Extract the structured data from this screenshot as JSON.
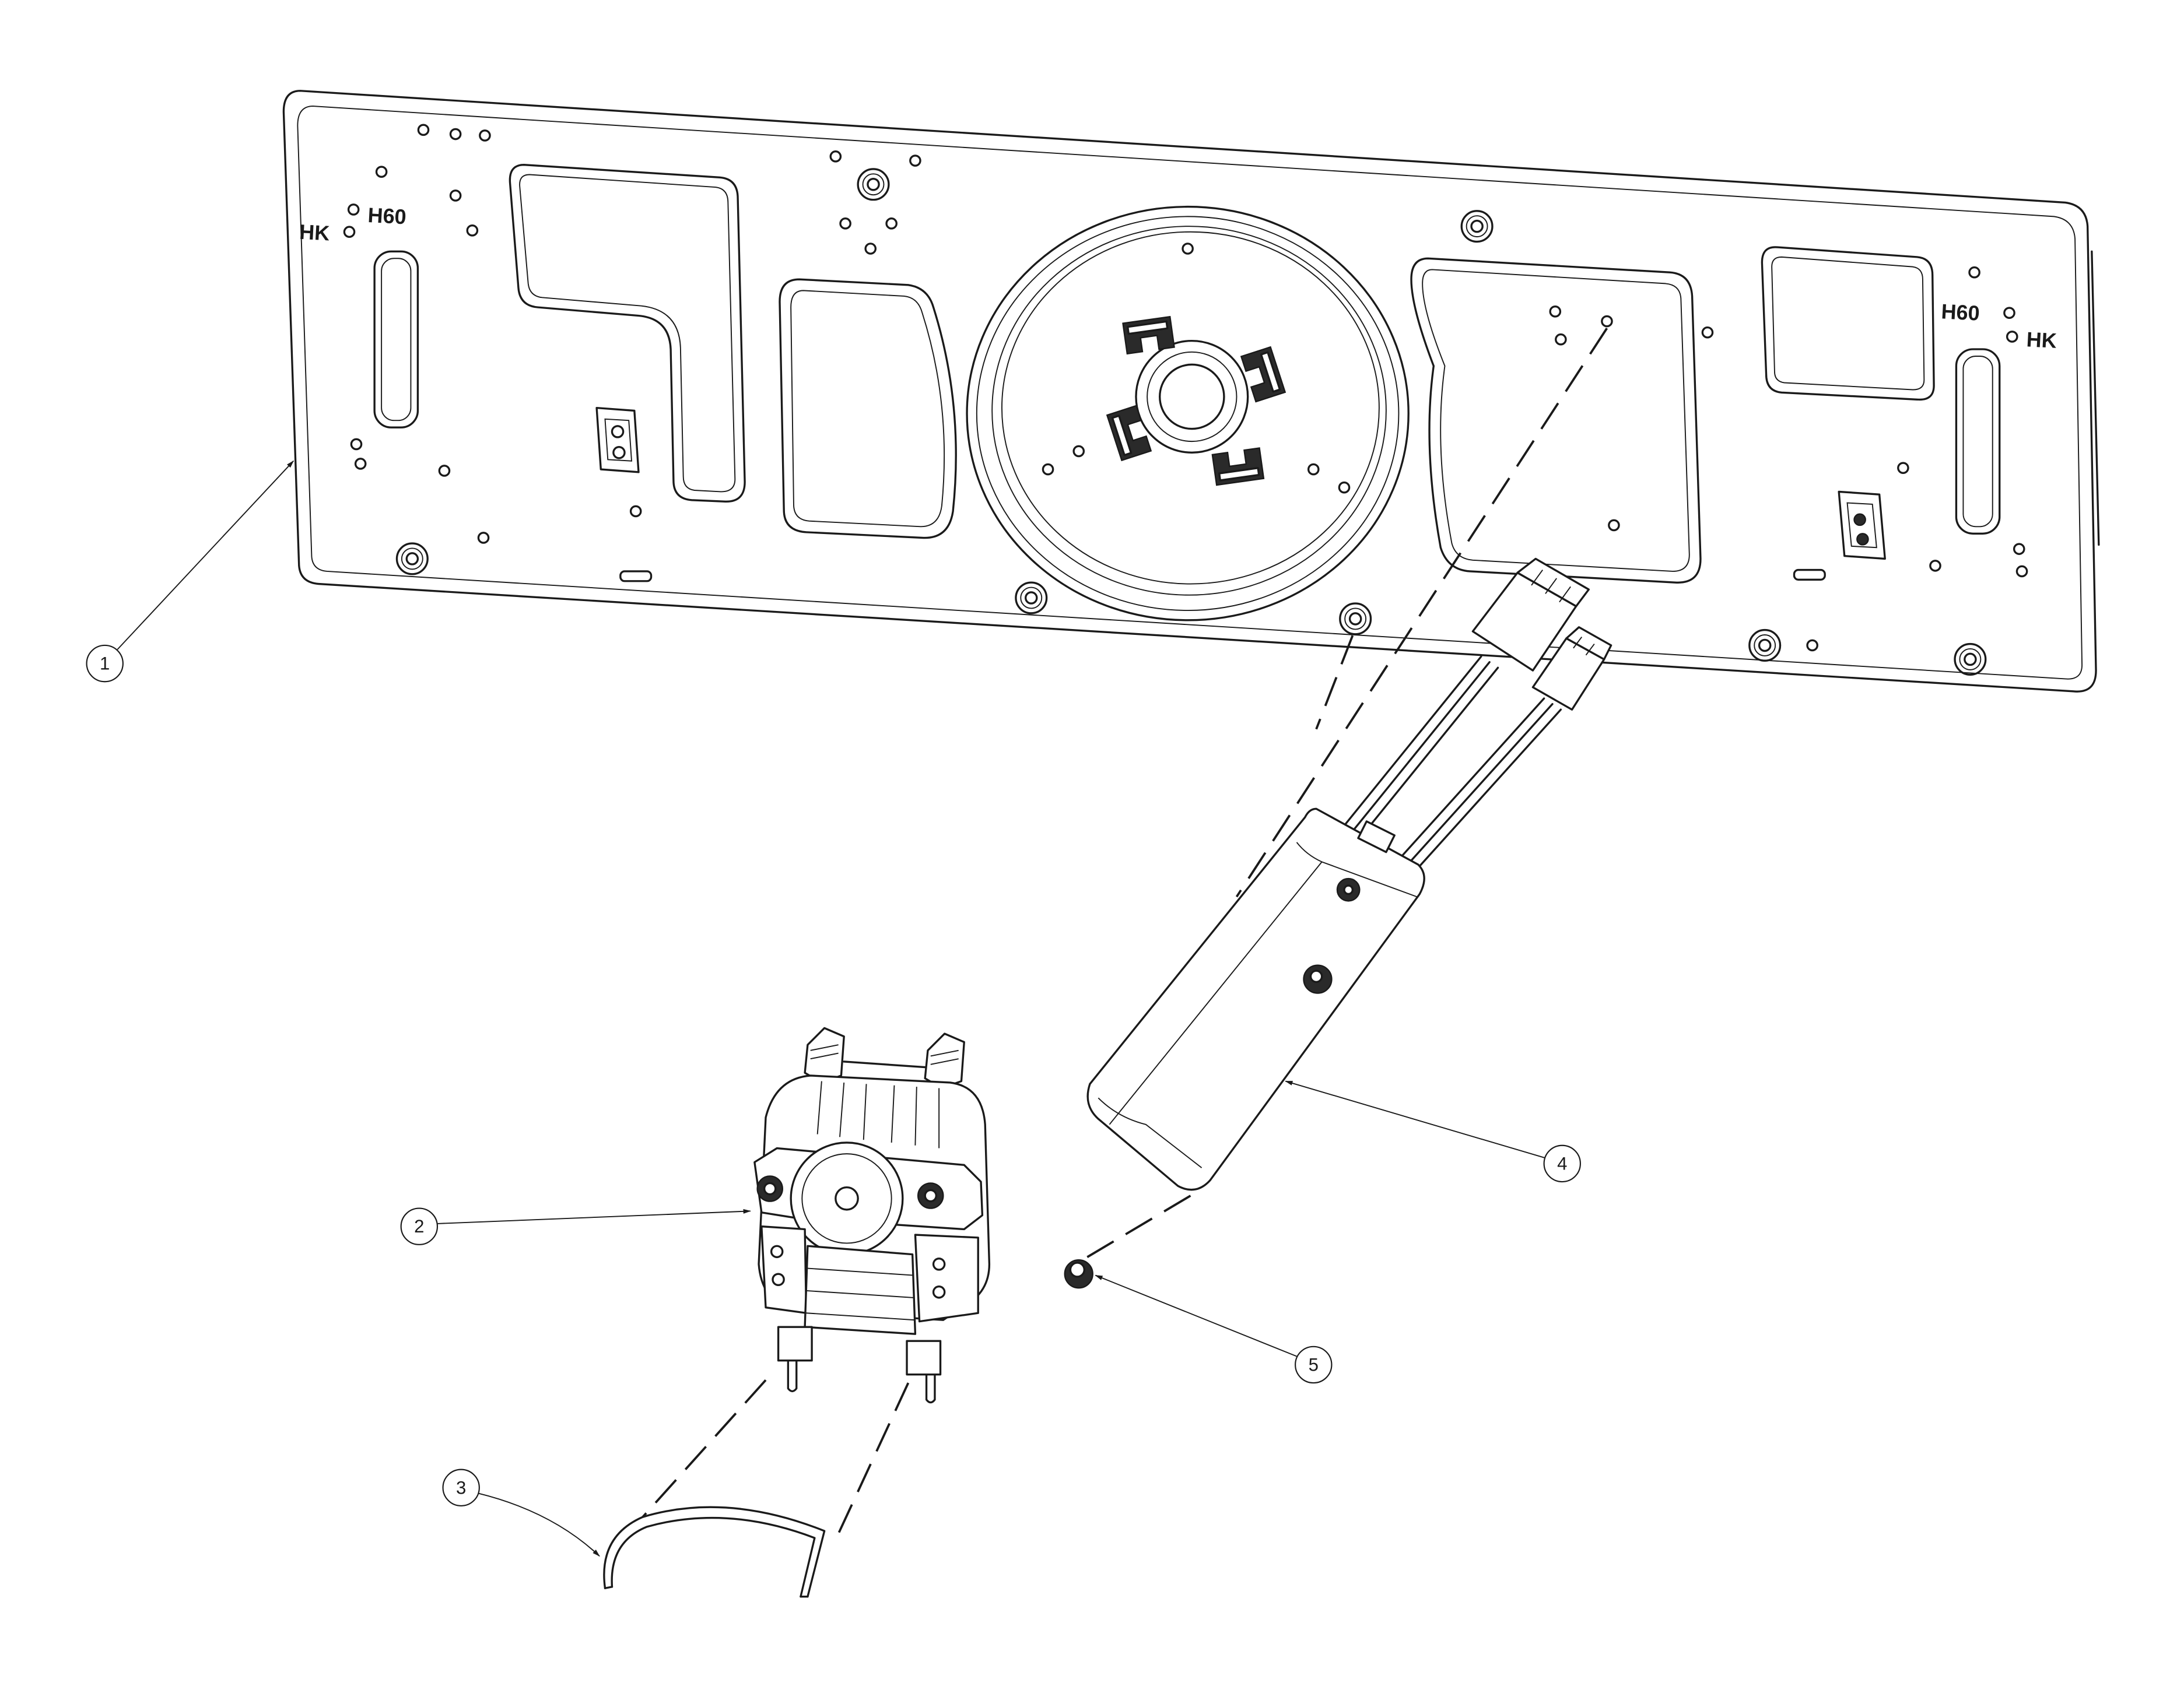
{
  "plate_markings": {
    "left_model": "H60",
    "left_code": "HK",
    "right_model": "H60",
    "right_code": "HK"
  },
  "callouts": [
    {
      "number": "1"
    },
    {
      "number": "2"
    },
    {
      "number": "3"
    },
    {
      "number": "4"
    },
    {
      "number": "5"
    }
  ],
  "colors": {
    "line": "#1a1a1a",
    "paper": "#ffffff"
  }
}
